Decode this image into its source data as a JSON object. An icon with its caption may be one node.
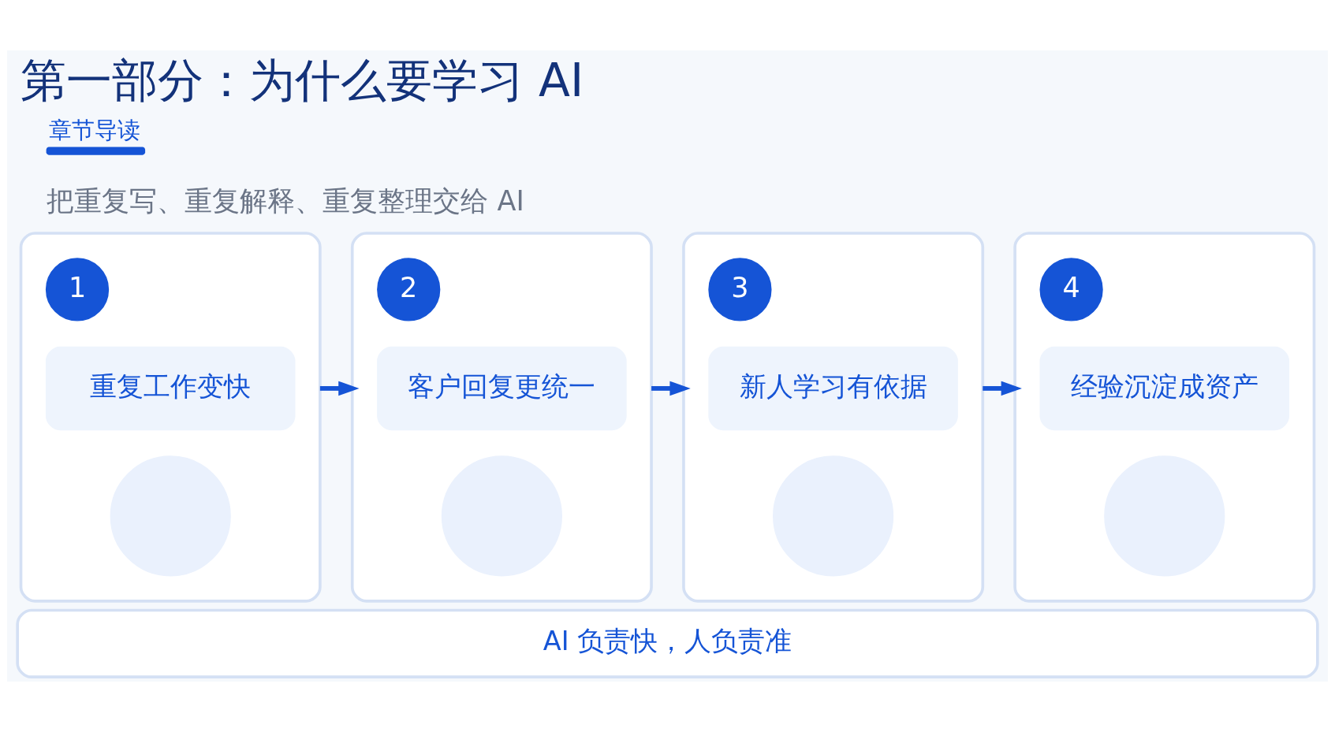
{
  "diagram": {
    "title": "第一部分：为什么要学习 AI",
    "nodes": [
      {
        "text": [],
        "shape": "box"
      },
      {
        "text": [
          "1"
        ],
        "in": 0
      },
      {
        "text": [
          "重复工作变快"
        ],
        "in": 0
      },
      {
        "text": [],
        "shape": "circle",
        "in": 0
      },
      {
        "text": [],
        "shape": "box"
      },
      {
        "text": [
          "2"
        ],
        "in": 4
      },
      {
        "text": [
          "客户回复更统一"
        ],
        "in": 4
      },
      {
        "text": [],
        "shape": "circle",
        "in": 4
      },
      {
        "text": [],
        "shape": "box"
      },
      {
        "text": [
          "3"
        ],
        "in": 8
      },
      {
        "text": [
          "新人学习有依据"
        ],
        "in": 8
      },
      {
        "text": [],
        "shape": "circle",
        "in": 8
      },
      {
        "text": [],
        "shape": "box"
      },
      {
        "text": [
          "4"
        ],
        "in": 12
      },
      {
        "text": [
          "经验沉淀成资产"
        ],
        "in": 12
      },
      {
        "text": [],
        "shape": "circle",
        "in": 12
      },
      {
        "text": [
          "AI 负责快，人负责准"
        ]
      }
    ],
    "edges": [
      {
        "from": 0,
        "to": 4,
        "arrow": "to"
      },
      {
        "from": 4,
        "to": 8,
        "arrow": "to"
      },
      {
        "from": 8,
        "to": 12,
        "arrow": "to"
      }
    ],
    "labels": [
      "章节导读",
      "把重复写、重复解释、重复整理交给 AI"
    ]
  }
}
